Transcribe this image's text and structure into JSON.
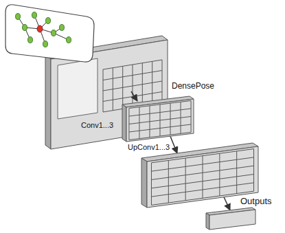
{
  "diagram": {
    "nodes": [
      {
        "text": [
          "Conv1...3"
        ]
      },
      {
        "text": [
          "UpConv1...3"
        ]
      },
      {
        "text": [
          "Outputs"
        ]
      }
    ],
    "edges": [
      {
        "from": 0,
        "to": 1,
        "arrow": "to"
      },
      {
        "from": 1,
        "to": 2,
        "arrow": "to"
      }
    ],
    "labels": [
      "DensePose"
    ]
  }
}
